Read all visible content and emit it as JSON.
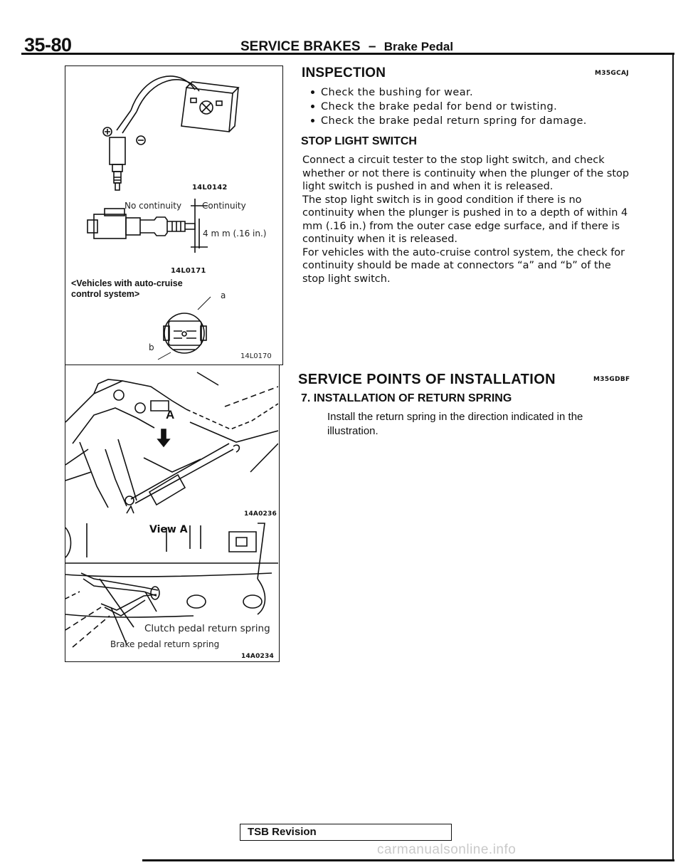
{
  "header": {
    "page_number": "35-80",
    "section": "SERVICE BRAKES",
    "dash": "–",
    "subsection": "Brake Pedal"
  },
  "figure1": {
    "code_top": "14L0142",
    "label_no_continuity": "No continuity",
    "label_continuity": "Continuity",
    "dimension": "4 m m (.16 in.)",
    "code_mid": "14L0171",
    "caption_line1": "<Vehicles with auto-cruise",
    "caption_line2": "control system>",
    "label_a": "a",
    "label_b": "b",
    "code_bottom": "14L0170"
  },
  "figure2": {
    "view_label": "View A",
    "label_A": "A",
    "code_top": "14A0236",
    "clutch_label": "Clutch pedal return spring",
    "brake_label": "Brake pedal return spring",
    "code_bottom": "14A0234"
  },
  "inspection": {
    "title": "INSPECTION",
    "code": "M35GCAJ",
    "items": [
      "Check the bushing for wear.",
      "Check the brake pedal for bend or twisting.",
      "Check the brake pedal return spring for damage."
    ]
  },
  "stop_light": {
    "title": "STOP LIGHT SWITCH",
    "lines": [
      "Connect a circuit tester to the stop light switch, and check",
      "whether or not there is continuity when the plunger of the stop",
      "light switch is pushed in and when it is released.",
      "The stop light switch is in good condition if there is no",
      "continuity when the plunger is pushed in to a depth of within 4",
      "mm (.16 in.) from the outer case edge surface, and if there is",
      "continuity when it is released.",
      "For vehicles with the auto-cruise control system, the check for",
      "continuity should be made at connectors “a” and “b” of the",
      "stop light switch."
    ]
  },
  "service_points": {
    "title": "SERVICE POINTS OF INSTALLATION",
    "code": "M35GDBF",
    "step_title": "7. INSTALLATION OF RETURN SPRING",
    "lines": [
      "Install the return spring in the direction indicated in the",
      "illustration."
    ]
  },
  "footer": {
    "tsb": "TSB Revision",
    "watermark": "carmanualsonline.info"
  }
}
